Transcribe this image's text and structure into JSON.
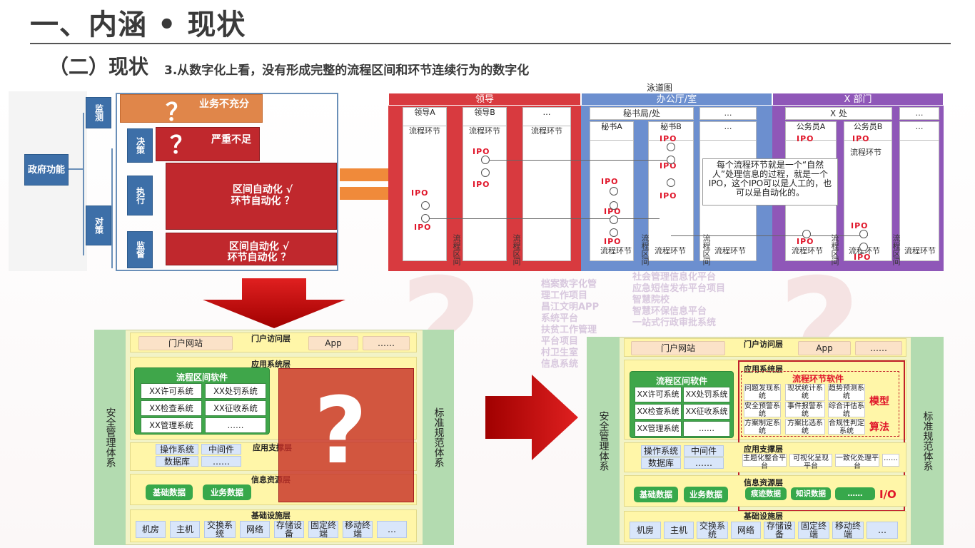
{
  "header": {
    "title": "一、内涵 • 现状",
    "subtitle_main": "（二）现状",
    "subtitle_detail": "3.从数字化上看，没有形成完整的流程区间和环节连续行为的数字化"
  },
  "function_diagram": {
    "gov_function": "政府功能",
    "monitor": "监测",
    "strategy": "对策",
    "decide": "决策",
    "execute": "执行",
    "supervise": "监督",
    "problem1": "业务不充分",
    "problem2": "严重不足",
    "exec_text1": "区间自动化 √",
    "exec_text2": "环节自动化 ？",
    "sup_text1": "区间自动化 √",
    "sup_text2": "环节自动化 ？",
    "question": "？"
  },
  "swimlane": {
    "title": "泳道图",
    "lanes": [
      "领导",
      "办公厅/室",
      "X 部门"
    ],
    "sub_heads": [
      "秘书局/处",
      "…",
      "X 处",
      "…"
    ],
    "col_labels": [
      "领导A",
      "领导B",
      "…",
      "秘书A",
      "秘书B",
      "…",
      "公务员A",
      "公务员B",
      "…"
    ],
    "step_label": "流程环节",
    "interval_label": "流程区间",
    "ipo": "IPO",
    "note": "每个流程环节就是一个“自然人”处理信息的过程，就是一个IPO，这个IPO可以是人工的，也可以是自动化的。"
  },
  "arch_left": {
    "security": "安全管理体系",
    "standard": "标准规范体系",
    "portal_layer": "门户访问层",
    "portal": "门户网站",
    "app": "App",
    "dots": "……",
    "app_layer": "应用系统层",
    "green_title": "流程区间软件",
    "systems": [
      "XX许可系统",
      "XX处罚系统",
      "XX检查系统",
      "XX征收系统",
      "XX管理系统",
      "……"
    ],
    "support_layer": "应用支撑层",
    "support_items": [
      "操作系统",
      "中间件",
      "数据库",
      "……"
    ],
    "info_layer": "信息资源层",
    "data_items": [
      "基础数据",
      "业务数据"
    ],
    "infra_layer": "基础设施层",
    "infra_items": [
      "机房",
      "主机",
      "交换系统",
      "网络",
      "存储设备",
      "固定终端",
      "移动终端",
      "…"
    ],
    "question": "?"
  },
  "arch_right": {
    "security": "安全管理体系",
    "standard": "标准规范体系",
    "portal_layer": "门户访问层",
    "portal": "门户网站",
    "app": "App",
    "dots": "……",
    "app_layer": "应用系统层",
    "green_title": "流程区间软件",
    "systems": [
      "XX许可系统",
      "XX处罚系统",
      "XX检查系统",
      "XX征收系统",
      "XX管理系统",
      "……"
    ],
    "red_app_layer": "应用系统层",
    "step_software": "流程环节软件",
    "step_items": [
      "问题发现系统",
      "现状统计系统",
      "趋势预测系统",
      "安全预警系统",
      "事件报警系统",
      "综合评估系统",
      "方案制定系统",
      "方案比选系统",
      "合规性判定系统"
    ],
    "model": "模型",
    "algorithm": "算法",
    "support_layer": "应用支撑层",
    "support_items": [
      "操作系统",
      "中间件",
      "数据库",
      "……"
    ],
    "red_support_items": [
      "主题化整合平台",
      "可视化呈现平台",
      "一致化处理平台",
      "……"
    ],
    "info_layer": "信息资源层",
    "data_items": [
      "基础数据",
      "业务数据"
    ],
    "red_data_items": [
      "痕迹数据",
      "知识数据",
      "……"
    ],
    "io": "I/O",
    "infra_layer": "基础设施层",
    "infra_items": [
      "机房",
      "主机",
      "交换系统",
      "网络",
      "存储设备",
      "固定终端",
      "移动终端",
      "…"
    ]
  },
  "background": {
    "purple_list": "档案数字化管\n理工作项目\n昌江文明APP\n系统平台\n扶贫工作管理\n平台项目\n村卫生室\n信息系统",
    "purple_list2": "社会管理信息化平台\n应急短信发布平台项目\n智慧院校\n智慧环保信息平台\n一站式行政审批系统"
  },
  "colors": {
    "red": "#c0282d",
    "blue": "#3d6fa8",
    "green": "#3fa64a",
    "orange": "#f08a3a"
  }
}
